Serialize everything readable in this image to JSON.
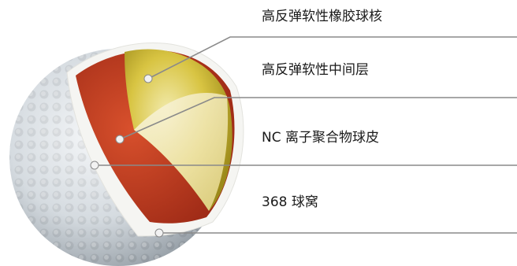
{
  "diagram": {
    "labels": [
      {
        "id": "core",
        "text": "高反弹软性橡胶球核"
      },
      {
        "id": "mantle",
        "text": "高反弹软性中间层"
      },
      {
        "id": "cover",
        "text": "NC 离子聚合物球皮"
      },
      {
        "id": "dimples",
        "text": "368 球窝"
      }
    ],
    "colors": {
      "core": "#d9c53a",
      "mantle": "#b8321c",
      "shell": "#cfd6dc",
      "leader": "#8a8a8a"
    }
  }
}
